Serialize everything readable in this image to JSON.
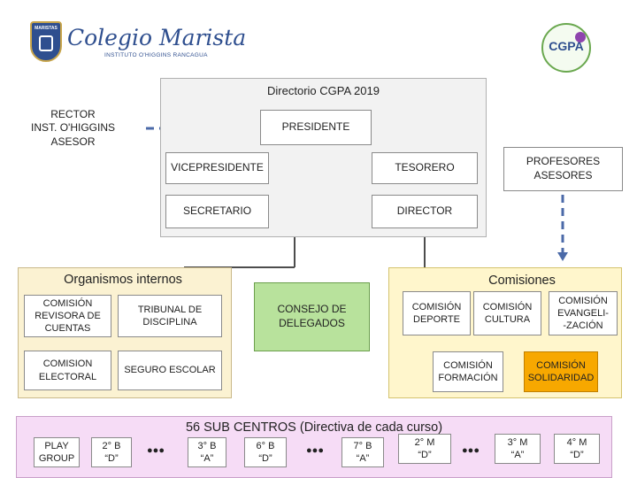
{
  "header": {
    "school_name": "Colegio Marista",
    "school_subtitle": "INSTITUTO O'HIGGINS RANCAGUA",
    "school_crest_text": "MARISTAS",
    "cgpa_logo_text": "CGPA"
  },
  "directorio": {
    "title": "Directorio CGPA 2019",
    "presidente": "PRESIDENTE",
    "vicepresidente": "VICEPRESIDENTE",
    "tesorero": "TESORERO",
    "secretario": "SECRETARIO",
    "director": "DIRECTOR"
  },
  "rector": "RECTOR\nINST. O'HIGGINS\nASESOR",
  "profesores": "PROFESORES\nASESORES",
  "organismos": {
    "title": "Organismos internos",
    "items": [
      "COMISIÓN\nREVISORA DE\nCUENTAS",
      "TRIBUNAL DE\nDISCIPLINA",
      "COMISION\nELECTORAL",
      "SEGURO ESCOLAR"
    ]
  },
  "consejo": "CONSEJO DE\nDELEGADOS",
  "comisiones": {
    "title": "Comisiones",
    "items": [
      "COMISIÓN\nDEPORTE",
      "COMISIÓN\nCULTURA",
      "COMISIÓN\nEVANGELI-\n-ZACIÓN",
      "COMISIÓN\nFORMACIÓN",
      "COMISIÓN\nSOLIDARIDAD"
    ]
  },
  "subcentros": {
    "title": "56 SUB CENTROS (Directiva de cada curso)",
    "items": [
      "PLAY\nGROUP",
      "2° B\n“D”",
      "3° B\n“A”",
      "6° B\n“D”",
      "7° B\n“A”",
      "2° M\n“D”",
      "3° M\n“A”",
      "4° M\n“D”"
    ],
    "ellipsis": "●●●"
  },
  "colors": {
    "directorio_bg": "#f2f2f2",
    "organismos_bg": "#fbf2d2",
    "comisiones_bg": "#fff6cc",
    "subcentros_bg": "#f6dcf6",
    "consejo_bg": "#b8e29c",
    "solidaridad_bg": "#f7a800",
    "dashed_line": "#4b6aa8"
  }
}
